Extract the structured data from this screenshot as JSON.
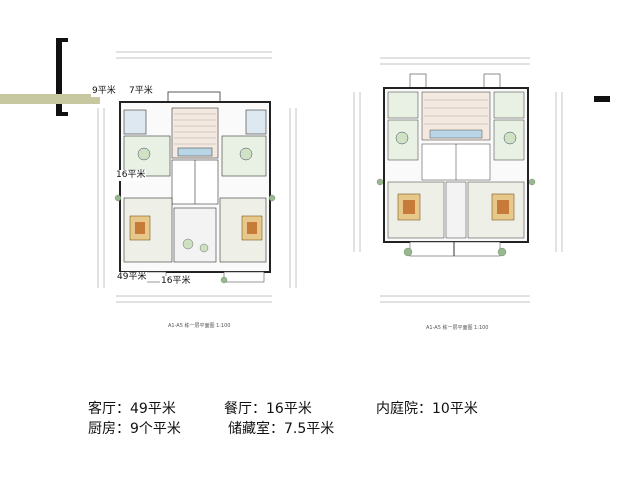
{
  "plan_left": {
    "labels": {
      "kitchen": "9平米",
      "storage": "7平米",
      "dining": "16平米",
      "living": "49平米",
      "court": "16平米"
    },
    "caption": "A1-A5 栋一层平面图 1:100"
  },
  "plan_right": {
    "caption": "A1-A5 栋一层平面图 1:100"
  },
  "summary": {
    "living": "客厅：49平米",
    "dining": "餐厅：16平米",
    "courtyard": "内庭院：10平米",
    "kitchen": "厨房：9个平米",
    "storage": "储藏室：7.5平米"
  }
}
